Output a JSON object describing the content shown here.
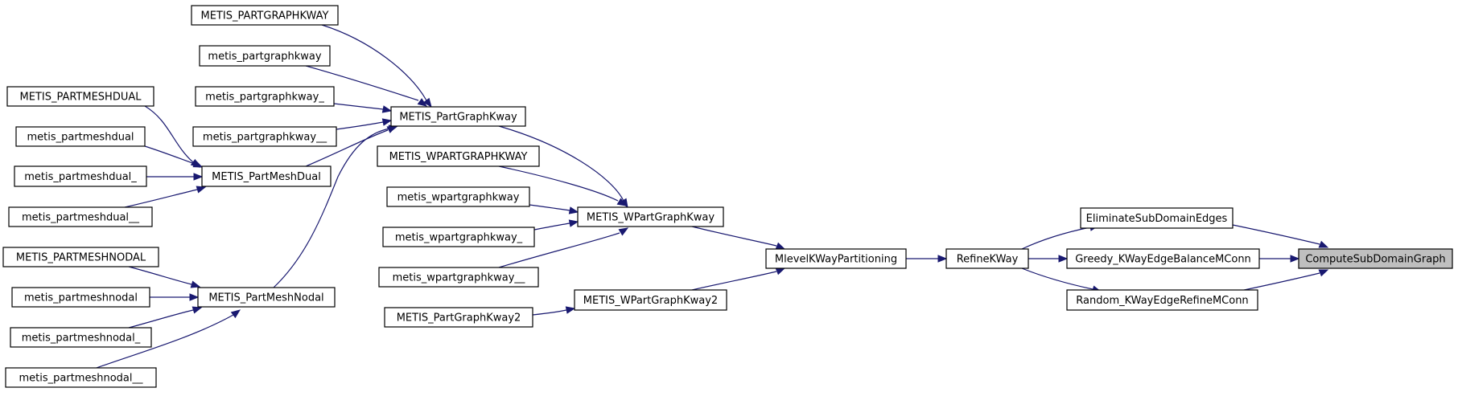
{
  "graph": {
    "colors": {
      "edge": "#191970",
      "node_border": "#000000",
      "node_fill": "#ffffff",
      "root_fill": "#bfbfbf"
    },
    "nodes": {
      "n_partgraphkway_up": "METIS_PARTGRAPHKWAY",
      "n_partgraphkway_lc": "metis_partgraphkway",
      "n_partgraphkway_u1": "metis_partgraphkway_",
      "n_partgraphkway_u2": "metis_partgraphkway__",
      "n_partmeshdual_up": "METIS_PARTMESHDUAL",
      "n_partmeshdual_lc": "metis_partmeshdual",
      "n_partmeshdual_u1": "metis_partmeshdual_",
      "n_partmeshdual_u2": "metis_partmeshdual__",
      "n_partmeshnodal_up": "METIS_PARTMESHNODAL",
      "n_partmeshnodal_lc": "metis_partmeshnodal",
      "n_partmeshnodal_u1": "metis_partmeshnodal_",
      "n_partmeshnodal_u2": "metis_partmeshnodal__",
      "n_METIS_PartMeshDual": "METIS_PartMeshDual",
      "n_METIS_PartMeshNodal": "METIS_PartMeshNodal",
      "n_METIS_PartGraphKway": "METIS_PartGraphKway",
      "n_wpartgraphkway_up": "METIS_WPARTGRAPHKWAY",
      "n_wpartgraphkway_lc": "metis_wpartgraphkway",
      "n_wpartgraphkway_u1": "metis_wpartgraphkway_",
      "n_wpartgraphkway_u2": "metis_wpartgraphkway__",
      "n_PartGraphKway2": "METIS_PartGraphKway2",
      "n_METIS_WPartGraphKway": "METIS_WPartGraphKway",
      "n_METIS_WPartGraphKway2": "METIS_WPartGraphKway2",
      "n_MlevelKWayPartitioning": "MlevelKWayPartitioning",
      "n_RefineKWay": "RefineKWay",
      "n_EliminateSubDomainEdges": "EliminateSubDomainEdges",
      "n_Greedy": "Greedy_KWayEdgeBalanceMConn",
      "n_Random": "Random_KWayEdgeRefineMConn",
      "n_ComputeSubDomainGraph": "ComputeSubDomainGraph"
    },
    "edges": [
      [
        "n_partgraphkway_up",
        "n_METIS_PartGraphKway"
      ],
      [
        "n_partgraphkway_lc",
        "n_METIS_PartGraphKway"
      ],
      [
        "n_partgraphkway_u1",
        "n_METIS_PartGraphKway"
      ],
      [
        "n_partgraphkway_u2",
        "n_METIS_PartGraphKway"
      ],
      [
        "n_METIS_PartMeshDual",
        "n_METIS_PartGraphKway"
      ],
      [
        "n_METIS_PartMeshNodal",
        "n_METIS_PartGraphKway"
      ],
      [
        "n_partmeshdual_up",
        "n_METIS_PartMeshDual"
      ],
      [
        "n_partmeshdual_lc",
        "n_METIS_PartMeshDual"
      ],
      [
        "n_partmeshdual_u1",
        "n_METIS_PartMeshDual"
      ],
      [
        "n_partmeshdual_u2",
        "n_METIS_PartMeshDual"
      ],
      [
        "n_partmeshnodal_up",
        "n_METIS_PartMeshNodal"
      ],
      [
        "n_partmeshnodal_lc",
        "n_METIS_PartMeshNodal"
      ],
      [
        "n_partmeshnodal_u1",
        "n_METIS_PartMeshNodal"
      ],
      [
        "n_partmeshnodal_u2",
        "n_METIS_PartMeshNodal"
      ],
      [
        "n_METIS_PartGraphKway",
        "n_METIS_WPartGraphKway"
      ],
      [
        "n_wpartgraphkway_up",
        "n_METIS_WPartGraphKway"
      ],
      [
        "n_wpartgraphkway_lc",
        "n_METIS_WPartGraphKway"
      ],
      [
        "n_wpartgraphkway_u1",
        "n_METIS_WPartGraphKway"
      ],
      [
        "n_wpartgraphkway_u2",
        "n_METIS_WPartGraphKway"
      ],
      [
        "n_PartGraphKway2",
        "n_METIS_WPartGraphKway2"
      ],
      [
        "n_METIS_WPartGraphKway",
        "n_MlevelKWayPartitioning"
      ],
      [
        "n_METIS_WPartGraphKway2",
        "n_MlevelKWayPartitioning"
      ],
      [
        "n_MlevelKWayPartitioning",
        "n_RefineKWay"
      ],
      [
        "n_RefineKWay",
        "n_EliminateSubDomainEdges"
      ],
      [
        "n_RefineKWay",
        "n_Greedy"
      ],
      [
        "n_RefineKWay",
        "n_Random"
      ],
      [
        "n_EliminateSubDomainEdges",
        "n_ComputeSubDomainGraph"
      ],
      [
        "n_Greedy",
        "n_ComputeSubDomainGraph"
      ],
      [
        "n_Random",
        "n_ComputeSubDomainGraph"
      ]
    ]
  }
}
